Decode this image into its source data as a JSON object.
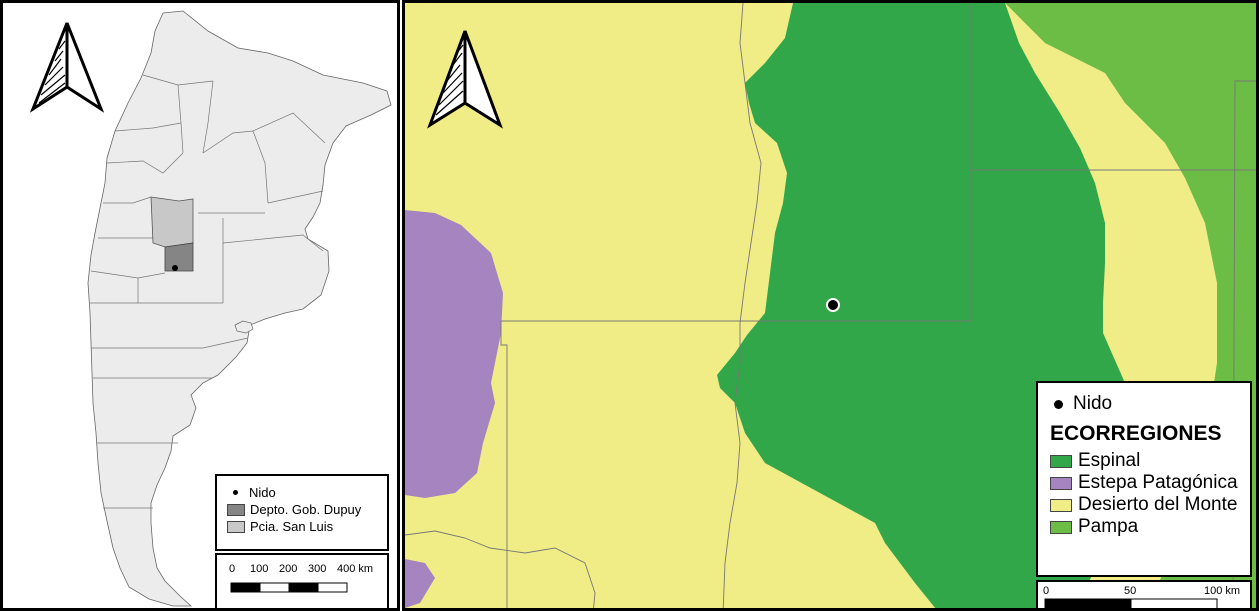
{
  "left_map": {
    "legend": {
      "items": [
        {
          "label": "Nido",
          "symbol": "dot"
        },
        {
          "label": "Depto. Gob. Dupuy",
          "color": "#858585"
        },
        {
          "label": "Pcia. San Luis",
          "color": "#c8c8c8"
        }
      ]
    },
    "scalebar": {
      "ticks": [
        "0",
        "100",
        "200",
        "300",
        "400 km"
      ]
    },
    "colors": {
      "country_fill": "#ececec",
      "province_fill": "#c8c8c8",
      "department_fill": "#858585"
    },
    "north_arrow": "north-arrow-icon"
  },
  "right_map": {
    "legend": {
      "nido_label": "Nido",
      "heading": "ECORREGIONES",
      "items": [
        {
          "label": "Espinal",
          "color": "#31a74a"
        },
        {
          "label": "Estepa Patagónica",
          "color": "#a584c0"
        },
        {
          "label": "Desierto del Monte",
          "color": "#f0ec86"
        },
        {
          "label": "Pampa",
          "color": "#6cbd45"
        }
      ]
    },
    "scalebar": {
      "ticks": [
        "0",
        "50",
        "100 km"
      ]
    },
    "north_arrow": "north-arrow-icon"
  }
}
